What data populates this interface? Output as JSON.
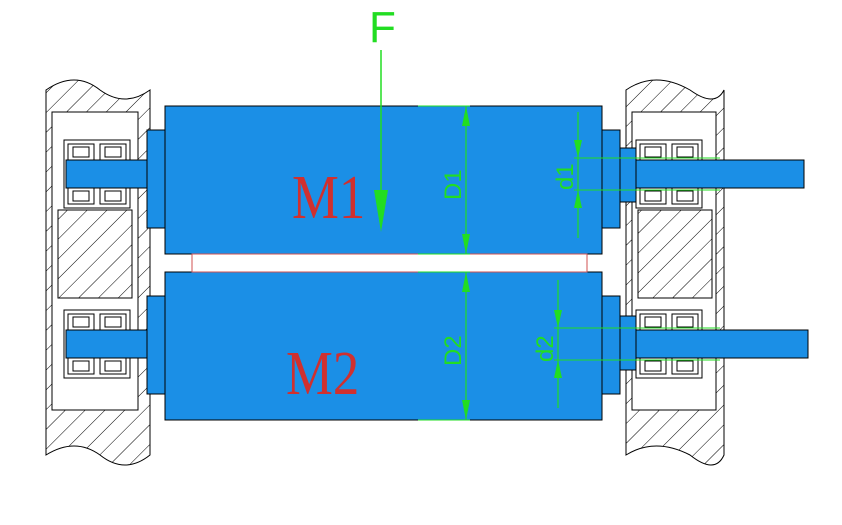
{
  "labels": {
    "force": "F",
    "roll_top": "M1",
    "roll_bottom": "M2",
    "dia_top": "D1",
    "dia_bottom": "D2",
    "shaft_top": "d1",
    "shaft_bottom": "d2"
  },
  "colors": {
    "roll_fill": "#1b8fe6",
    "dimension": "#22dd22",
    "roll_label": "#d0302f",
    "force": "#22dd22",
    "outline": "#000000",
    "gap": "#d05050"
  }
}
